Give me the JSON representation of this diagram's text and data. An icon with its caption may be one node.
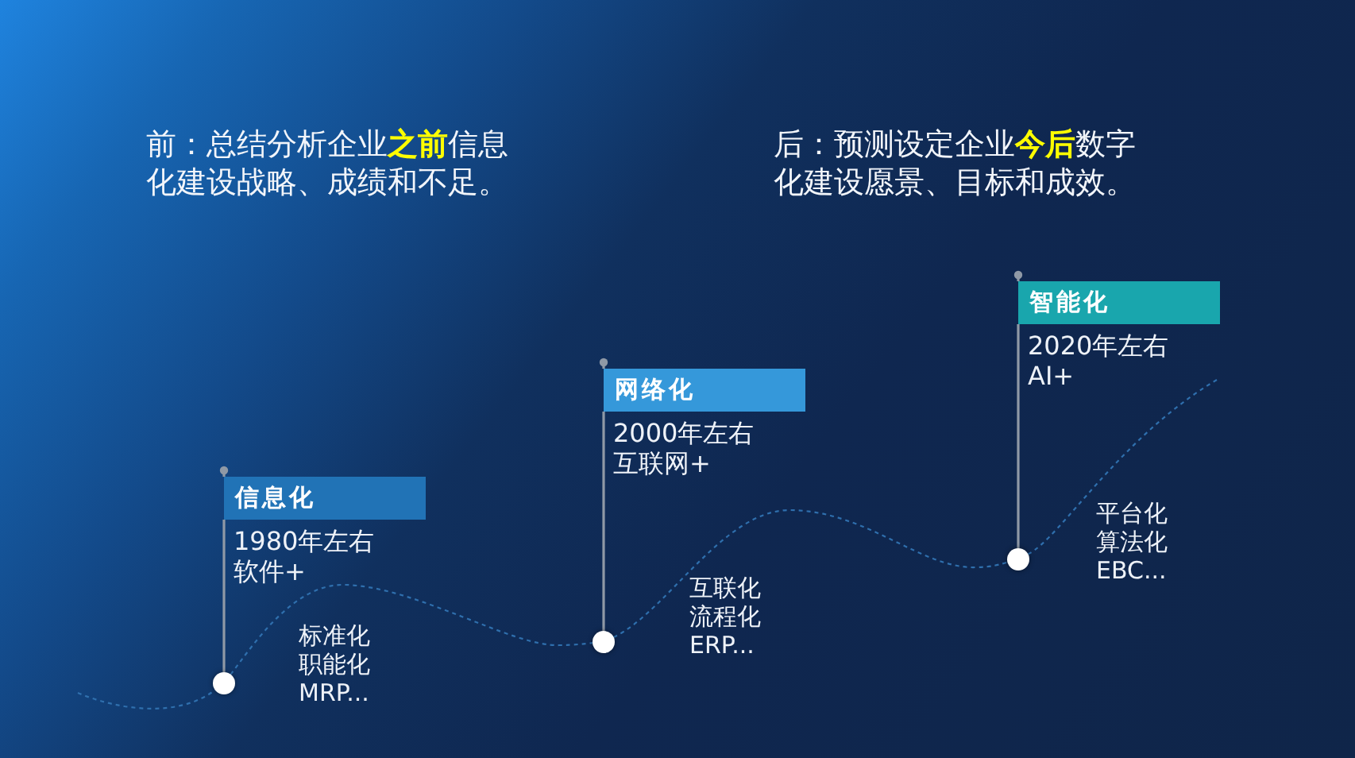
{
  "diagram": {
    "nodes": [
      {
        "text": [
          "信息化"
        ],
        "beside": [
          "1980年左右",
          "软件+"
        ]
      },
      {
        "text": [],
        "shape": "circle",
        "beside": [
          "标准化",
          "职能化",
          "MRP..."
        ]
      },
      {
        "text": [
          "网络化"
        ],
        "beside": [
          "2000年左右",
          "互联网+"
        ]
      },
      {
        "text": [],
        "shape": "circle",
        "beside": [
          "互联化",
          "流程化",
          "ERP..."
        ]
      },
      {
        "text": [
          "智能化"
        ],
        "beside": [
          "2020年左右",
          "AI+"
        ]
      },
      {
        "text": [],
        "shape": "circle",
        "beside": [
          "平台化",
          "算法化",
          "EBC..."
        ]
      }
    ],
    "edges": [
      {
        "from": 0,
        "to": 1,
        "arrow": "none",
        "color": "#8f99a6"
      },
      {
        "from": 2,
        "to": 3,
        "arrow": "none",
        "color": "#8f99a6"
      },
      {
        "from": 4,
        "to": 5,
        "arrow": "none",
        "color": "#8f99a6"
      },
      {
        "from": null,
        "to": 1,
        "arrow": "none",
        "style": "dashed"
      },
      {
        "from": 1,
        "to": 3,
        "arrow": "none",
        "style": "dashed"
      },
      {
        "from": 3,
        "to": 5,
        "arrow": "none",
        "style": "dashed"
      },
      {
        "from": 5,
        "to": null,
        "arrow": "none",
        "style": "dashed"
      }
    ],
    "labels": [
      "前：总结分析企业**之前**信息化建设战略、成绩和不足。",
      "后：预测设定企业**今后**数字化建设愿景、目标和成效。"
    ]
  }
}
